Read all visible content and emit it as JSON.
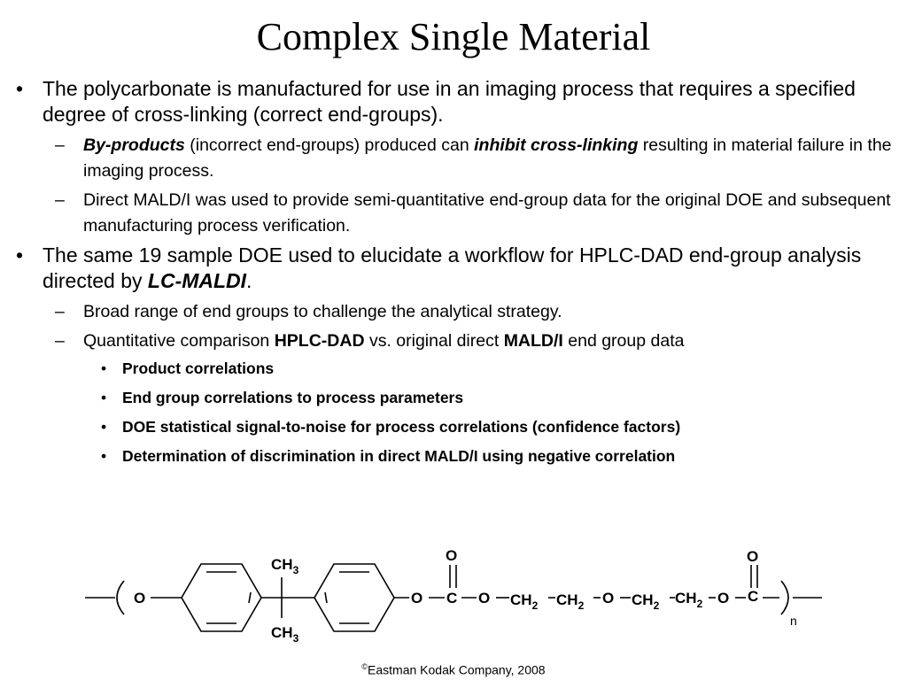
{
  "title": "Complex Single Material",
  "bullets": {
    "b1": {
      "text": "The polycarbonate is manufactured for use in an imaging process that requires a specified degree of cross-linking (correct end-groups).",
      "sub1": {
        "em1": "By-products",
        "text1": " (incorrect end-groups) produced can ",
        "em2": "inhibit cross-linking",
        "text2": " resulting in material failure in the imaging process."
      },
      "sub2": "Direct MALD/I was used to provide semi-quantitative end-group data for the original DOE and subsequent manufacturing process verification."
    },
    "b2": {
      "text": "The same 19 sample DOE used to elucidate a workflow for HPLC-DAD end-group analysis directed by ",
      "em": "LC-MALDI",
      "tail": ".",
      "sub1": "Broad range of end groups to challenge the analytical strategy.",
      "sub2": {
        "t1": "Quantitative comparison ",
        "b1": "HPLC-DAD",
        "t2": " vs. original direct ",
        "b2": "MALD/I",
        "t3": " end group data"
      },
      "items": [
        "Product correlations",
        "End group correlations to process parameters",
        "DOE statistical signal-to-noise for process correlations (confidence factors)",
        "Determination of discrimination in direct MALD/I using negative correlation"
      ]
    }
  },
  "markers": {
    "bullet": "•",
    "dash": "–"
  },
  "structure": {
    "o": "O",
    "c": "C",
    "ch": "CH",
    "sub3": "3",
    "sub2": "2",
    "n": "n"
  },
  "footer": {
    "symbol": "©",
    "text": "Eastman Kodak Company, 2008"
  }
}
